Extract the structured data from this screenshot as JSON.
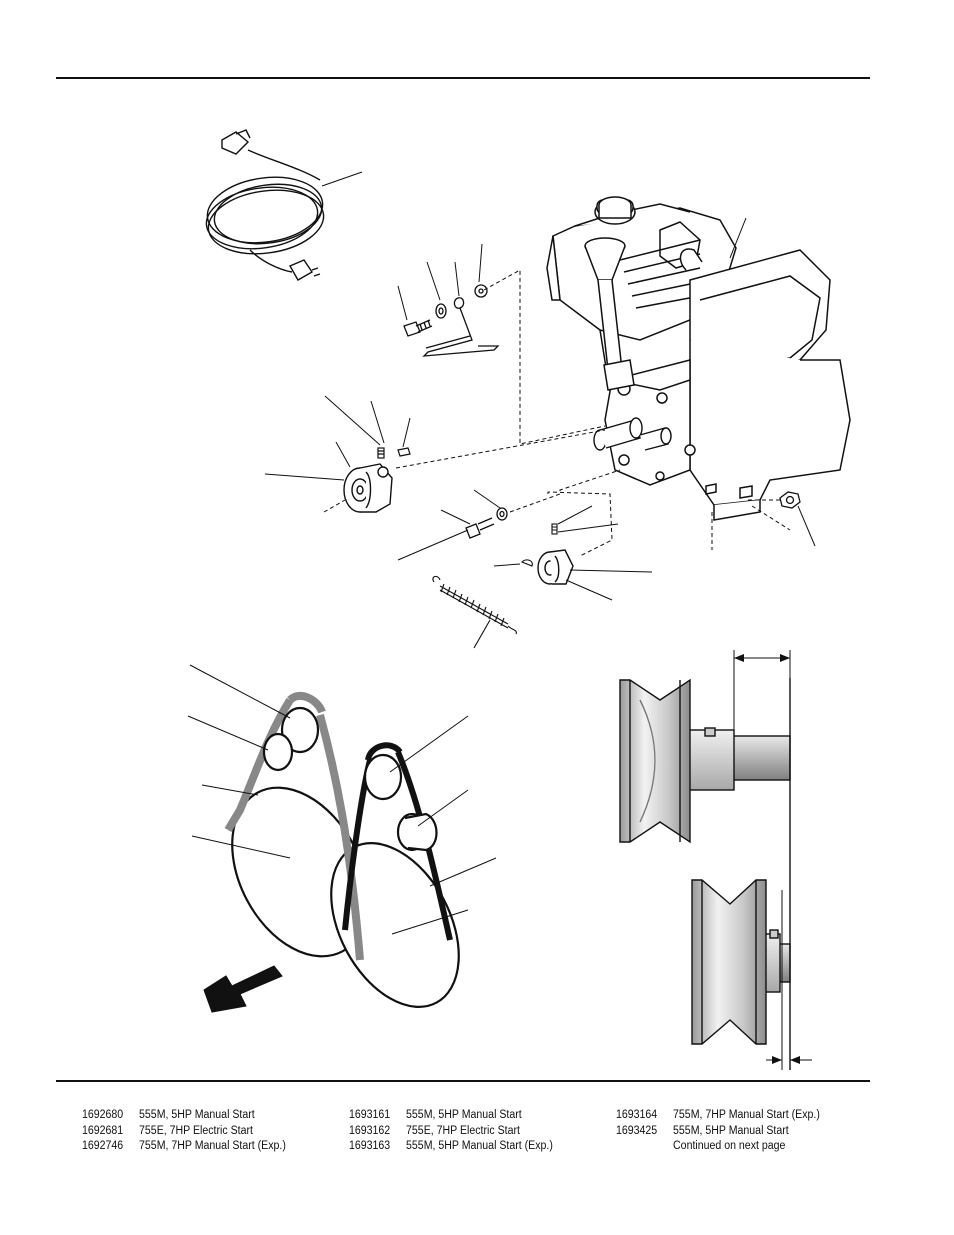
{
  "models": [
    [
      {
        "number": "1692680",
        "description": "555M, 5HP Manual Start"
      },
      {
        "number": "1692681",
        "description": "755E, 7HP Electric Start"
      },
      {
        "number": "1692746",
        "description": "755M, 7HP Manual Start (Exp.)"
      }
    ],
    [
      {
        "number": "1693161",
        "description": "555M, 5HP Manual Start"
      },
      {
        "number": "1693162",
        "description": "755E, 7HP Electric Start"
      },
      {
        "number": "1693163",
        "description": "555M, 5HP Manual Start (Exp.)"
      }
    ],
    [
      {
        "number": "1693164",
        "description": "755M, 7HP Manual Start (Exp.)"
      },
      {
        "number": "1693425",
        "description": "555M, 5HP Manual Start"
      },
      {
        "number": "",
        "description": "Continued on next page"
      }
    ]
  ]
}
